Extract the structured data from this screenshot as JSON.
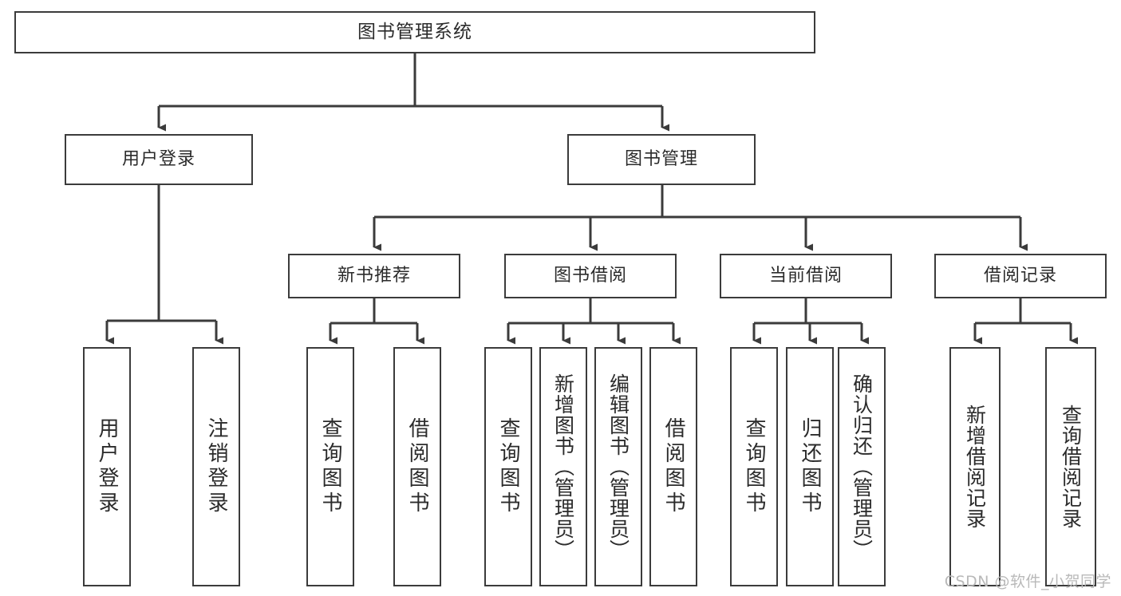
{
  "diagram": {
    "title": "图书管理系统",
    "watermark": "CSDN @软件_小贺同学",
    "line_color": "#3b3b3b",
    "box_fill": "#ffffff",
    "text_color": "#2b2b2b",
    "levels": {
      "root": {
        "label": "图书管理系统"
      },
      "level2": [
        {
          "label": "用户登录"
        },
        {
          "label": "图书管理"
        }
      ],
      "level3": [
        {
          "label": "新书推荐"
        },
        {
          "label": "图书借阅"
        },
        {
          "label": "当前借阅"
        },
        {
          "label": "借阅记录"
        }
      ],
      "leaves": {
        "user_login": [
          {
            "label": "用户登录"
          },
          {
            "label": "注销登录"
          }
        ],
        "new_book_recommend": [
          {
            "label": "查询图书"
          },
          {
            "label": "借阅图书"
          }
        ],
        "book_borrow": [
          {
            "label": "查询图书"
          },
          {
            "label": "新增图书（管理员）"
          },
          {
            "label": "编辑图书（管理员）"
          },
          {
            "label": "借阅图书"
          }
        ],
        "current_borrow": [
          {
            "label": "查询图书"
          },
          {
            "label": "归还图书"
          },
          {
            "label": "确认归还（管理员）"
          }
        ],
        "borrow_record": [
          {
            "label": "新增借阅记录"
          },
          {
            "label": "查询借阅记录"
          }
        ]
      }
    }
  }
}
